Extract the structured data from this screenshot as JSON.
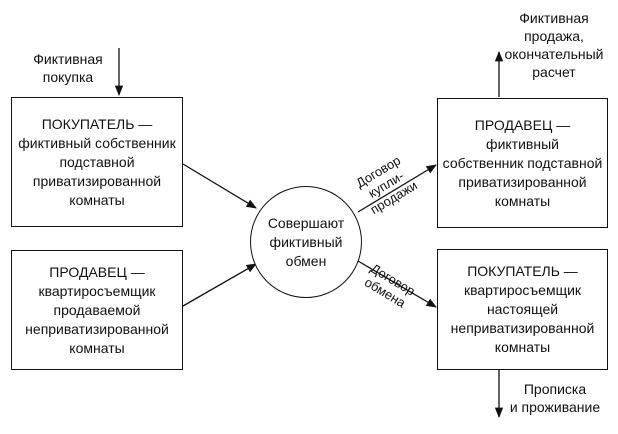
{
  "labels": {
    "fictitious_purchase": [
      "Фиктивная",
      "покупка"
    ],
    "fictitious_sale": [
      "Фиктивная",
      "продажа,",
      "окончательный",
      "расчет"
    ],
    "registration": [
      "Прописка",
      "и проживание"
    ]
  },
  "boxes": {
    "buyer_left": [
      "ПОКУПАТЕЛЬ —",
      "фиктивный собственник",
      "подставной",
      "приватизированной",
      "комнаты"
    ],
    "seller_left": [
      "ПРОДАВЕЦ —",
      "квартиросъемщик",
      "продаваемой",
      "неприватизированной",
      "комнаты"
    ],
    "seller_right": [
      "ПРОДАВЕЦ —",
      "фиктивный",
      "собственник подставной",
      "приватизированной",
      "комнаты"
    ],
    "buyer_right": [
      "ПОКУПАТЕЛЬ —",
      "квартиросъемщик",
      "настоящей",
      "неприватизированной",
      "комнаты"
    ]
  },
  "center": [
    "Совершают",
    "фиктивный",
    "обмен"
  ],
  "edges": {
    "sale_contract": [
      "Договор",
      "купли-",
      "продажи"
    ],
    "exchange_contract": [
      "Договор",
      "обмена"
    ]
  },
  "colors": {
    "line": "#111111",
    "background": "#ffffff"
  }
}
